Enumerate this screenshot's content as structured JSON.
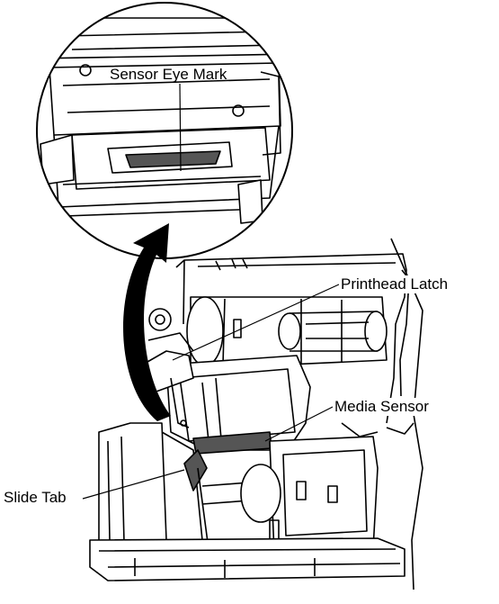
{
  "callouts": {
    "sensor_eye_mark": "Sensor Eye Mark",
    "printhead_latch": "Printhead Latch",
    "media_sensor": "Media Sensor",
    "slide_tab": "Slide Tab"
  },
  "colors": {
    "line": "#000000",
    "background": "#ffffff",
    "shade": "#555555"
  }
}
